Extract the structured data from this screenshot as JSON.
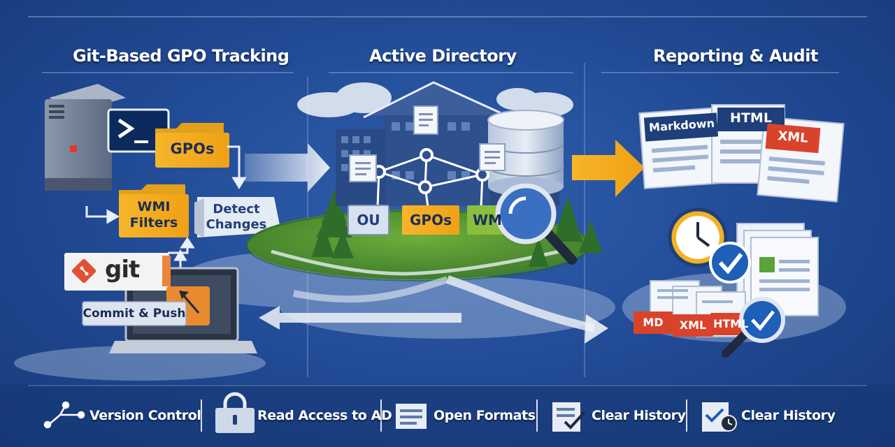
{
  "sections": {
    "left_title": "Git-Based GPO Tracking",
    "center_title": "Active Directory",
    "right_title": "Reporting & Audit"
  },
  "left": {
    "gpos_folder": "GPOs",
    "wmi_line1": "WMI",
    "wmi_line2": "Filters",
    "detect_line1": "Detect",
    "detect_line2": "Changes",
    "git_logo": "git",
    "commit": "Commit & Push"
  },
  "center": {
    "ou": "OU",
    "gpos": "GPOs",
    "wmi": "WMI"
  },
  "right": {
    "markdown": "Markdown",
    "html": "HTML",
    "xml": "XML",
    "md_tag": "MD",
    "xml_tag": "XML",
    "html_tag": "HTML"
  },
  "footer": [
    {
      "label": "Version Control",
      "icon": "branch-icon"
    },
    {
      "label": "Read Access to AD",
      "icon": "lock-icon"
    },
    {
      "label": "Open Formats",
      "icon": "document-icon"
    },
    {
      "label": "Clear History",
      "icon": "checklist-icon"
    },
    {
      "label": "Clear History",
      "icon": "check-clock-icon"
    }
  ],
  "colors": {
    "background": "#234d98",
    "folder": "#f2b222",
    "red_tag": "#d9432b",
    "check": "#1e5fb8",
    "green": "#3f8a36"
  }
}
